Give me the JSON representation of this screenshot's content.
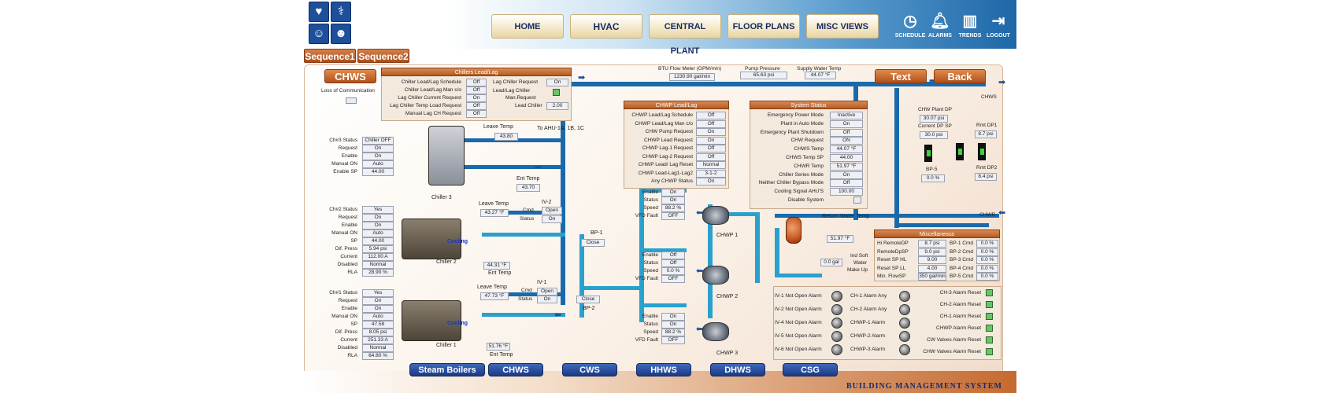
{
  "nav": {
    "home": "HOME",
    "hvac": "HVAC",
    "central_plant": "CENTRAL PLANT",
    "floor_plans": "FLOOR PLANS",
    "misc_views": "MISC VIEWS"
  },
  "tools": {
    "schedule": "SCHEDULE",
    "alarms": "ALARMS",
    "trends": "TRENDS",
    "logout": "LOGOUT"
  },
  "sequence": {
    "seq1": "Sequence1",
    "seq2": "Sequence2"
  },
  "header": {
    "title": "CHWS",
    "loss_comm": "Loss of Communication",
    "text_btn": "Text",
    "back_btn": "Back"
  },
  "chillers_leadlag": {
    "title": "Chillers Lead/Lag",
    "left": [
      {
        "label": "Chiller Lead/Lag Schedule",
        "value": "Off"
      },
      {
        "label": "Chiller Lead/Lag Man c/o",
        "value": "Off"
      },
      {
        "label": "Lag Chiller Current Request",
        "value": "On"
      },
      {
        "label": "Lag Chiller Temp Load Request",
        "value": "Off"
      },
      {
        "label": "Manual Lag CH Request",
        "value": "Off"
      }
    ],
    "lag_request_label": "Lag Chiller Request",
    "lag_request_value": "On",
    "lag_man_label1": "Lead/Lag Chiller",
    "lag_man_label2": "Man.Request",
    "lead_chiller_label": "Lead Chiller",
    "lead_chiller_value": "2.00"
  },
  "top_readouts": {
    "btu_label": "BTU Flow Meter (GPM/min)",
    "btu_value": "1230.90 gal/min",
    "pump_pressure_label": "Pump Pressure",
    "pump_pressure_value": "65.63 psi",
    "supply_temp_label": "Supply Water Temp",
    "supply_temp_value": "44.07 °F"
  },
  "chiller3": {
    "status": [
      {
        "label": "Ch#3 Status",
        "value": "Chiller OFF"
      },
      {
        "label": "Request",
        "value": "On"
      },
      {
        "label": "Enable",
        "value": "On"
      },
      {
        "label": "Manual ON",
        "value": "Auto"
      },
      {
        "label": "Enable SP",
        "value": "44.00"
      }
    ],
    "leave_label": "Leave Temp",
    "leave_value": "43.80",
    "ent_label": "Ent Temp",
    "ent_value": "43.70",
    "name": "Chiller 3",
    "to_ahu": "To AHU-1A, 1B, 1C"
  },
  "chiller2": {
    "status": [
      {
        "label": "Ch#2 Status",
        "value": "Yes"
      },
      {
        "label": "Request",
        "value": "On"
      },
      {
        "label": "Enable",
        "value": "On"
      },
      {
        "label": "Manual ON",
        "value": "Auto"
      },
      {
        "label": "SP",
        "value": "44.00"
      },
      {
        "label": "Dif. Press",
        "value": "5.94 psi"
      },
      {
        "label": "Current",
        "value": "112.00 A"
      },
      {
        "label": "Disabled",
        "value": "Normal"
      },
      {
        "label": "RLA",
        "value": "28.90 %"
      }
    ],
    "leave_label": "Leave Temp",
    "leave_value": "43.27 °F",
    "ent_label": "Ent Temp",
    "ent_value": "44.31 °F",
    "name": "Chiller 2",
    "cooling": "Cooling",
    "iv_label": "IV-2",
    "cmd_label": "Cmd",
    "cmd_value": "Open",
    "status_label": "Status",
    "status_value": "On"
  },
  "chiller1": {
    "status": [
      {
        "label": "Ch#1 Status",
        "value": "Yes"
      },
      {
        "label": "Request",
        "value": "On"
      },
      {
        "label": "Enable",
        "value": "On"
      },
      {
        "label": "Manual ON",
        "value": "Auto"
      },
      {
        "label": "SP",
        "value": "47.58"
      },
      {
        "label": "Dif. Press",
        "value": "8.05 psi"
      },
      {
        "label": "Current",
        "value": "251.33 A"
      },
      {
        "label": "Disabled",
        "value": "Normal"
      },
      {
        "label": "RLA",
        "value": "64.80 %"
      }
    ],
    "leave_label": "Leave Temp",
    "leave_value": "47.73 °F",
    "ent_label": "Ent Temp",
    "ent_value": "51.76 °F",
    "name": "Chiller 1",
    "cooling": "Cooling",
    "iv_label": "IV-1",
    "cmd_label": "Cmd",
    "cmd_value": "Open",
    "status_label": "Status",
    "status_value": "On"
  },
  "bypass": {
    "bp1_label": "BP-1",
    "bp1_value": "Close",
    "bp2_label": "BP-2",
    "bp2_value": "Close"
  },
  "chwp_leadlag": {
    "title": "CHWP Lead/Lag",
    "rows": [
      {
        "label": "CHWP Lead/Lag Schedule",
        "value": "Off"
      },
      {
        "label": "CHWP Lead/Lag Man c/o",
        "value": "Off"
      },
      {
        "label": "CHW Pump Request",
        "value": "On"
      },
      {
        "label": "CHWP Lead Request",
        "value": "On"
      },
      {
        "label": "CHWP Lag-1 Request",
        "value": "Off"
      },
      {
        "label": "CHWP Lag-2 Request",
        "value": "Off"
      },
      {
        "label": "CHWP Lead/ Lag Reset",
        "value": "Normal"
      },
      {
        "label": "CHWP Lead-Lag1-Lag2",
        "value": "3-1-2"
      },
      {
        "label": "Any CHWP Status",
        "value": "On"
      }
    ]
  },
  "system_status": {
    "title": "System Status",
    "rows": [
      {
        "label": "Emergency Power Mode",
        "value": "Inactive"
      },
      {
        "label": "Plant in Auto Mode",
        "value": "On"
      },
      {
        "label": "Emergency Plant Shutdown",
        "value": "Off"
      },
      {
        "label": "CHW Request",
        "value": "ON"
      },
      {
        "label": "CHWS Temp",
        "value": "44.07 °F"
      },
      {
        "label": "CHWS Temp SP",
        "value": "44.00"
      },
      {
        "label": "CHWR Temp",
        "value": "51.97 °F"
      },
      {
        "label": "Chiller Series Mode",
        "value": "On"
      },
      {
        "label": "Neither Chiller Bypass Mode",
        "value": "Off"
      },
      {
        "label": "Cooling Signal AHU'S",
        "value": "100.00"
      },
      {
        "label": "Disable System",
        "value": ""
      }
    ]
  },
  "pumps": {
    "p1": {
      "name": "CHWP 1",
      "rows": [
        {
          "label": "Enable",
          "value": "On"
        },
        {
          "label": "Status",
          "value": "On"
        },
        {
          "label": "Speed",
          "value": "88.2 %"
        },
        {
          "label": "VFD Fault",
          "value": "OFF"
        }
      ]
    },
    "p2": {
      "name": "CHWP 2",
      "rows": [
        {
          "label": "Enable",
          "value": "Off"
        },
        {
          "label": "Status",
          "value": "Off"
        },
        {
          "label": "Speed",
          "value": "0.0 %"
        },
        {
          "label": "VFD Fault",
          "value": "OFF"
        }
      ]
    },
    "p3": {
      "name": "CHWP 3",
      "rows": [
        {
          "label": "Enable",
          "value": "On"
        },
        {
          "label": "Status",
          "value": "On"
        },
        {
          "label": "Speed",
          "value": "88.2 %"
        },
        {
          "label": "VFD Fault",
          "value": "OFF"
        }
      ]
    }
  },
  "return": {
    "label": "Return Water Temp",
    "value": "51.97 °F",
    "makeup_label1": "Ind Soft",
    "makeup_label2": "Water",
    "makeup_label3": "Make Up",
    "makeup_value": "0.0 gal"
  },
  "right_col": {
    "chws_label": "CHWS",
    "chwr_label": "CHWR",
    "plant_dp_label": "CHW Plant DP",
    "plant_dp_value": "30.07 psi",
    "current_dp_sp_label": "Current DP SP",
    "current_dp_sp_value": "30.0 psi",
    "rmt_dp1_label": "Rmt DP1",
    "rmt_dp1_value": "8.7 psi",
    "rmt_dp2_label": "Rmt DP2",
    "rmt_dp2_value": "8.4 psi",
    "bp5_label": "BP-5",
    "bp5_value": "0.0 %"
  },
  "misc": {
    "title": "Miscellaneous",
    "left": [
      {
        "label": "Hi RemoteDP",
        "value": "8.7 psi"
      },
      {
        "label": "RemoteDpSP",
        "value": "9.0 psi"
      },
      {
        "label": "Reset SP HL",
        "value": "9.00"
      },
      {
        "label": "Reset SP LL",
        "value": "4.00"
      },
      {
        "label": "Min. FlowSP",
        "value": "350 gal/min"
      }
    ],
    "right": [
      {
        "label": "BP-1 Cmd",
        "value": "0.0 %"
      },
      {
        "label": "BP-2 Cmd",
        "value": "0.0 %"
      },
      {
        "label": "BP-3 Cmd",
        "value": "0.0 %"
      },
      {
        "label": "BP-4 Cmd",
        "value": "0.0 %"
      },
      {
        "label": "BP-5 Cmd",
        "value": "0.0 %"
      }
    ]
  },
  "alarms": {
    "col1": [
      "IV-1 Not Open Alarm",
      "IV-2 Not Open Alarm",
      "IV-4 Not Open Alarm",
      "IV-5 Not Open Alarm",
      "IV-6 Not Open Alarm"
    ],
    "col2": [
      "CH-1 Alarm Any",
      "CH-2 Alarm Any",
      "CHWP-1 Alarm",
      "CHWP-2 Alarm",
      "CHWP-3 Alarm"
    ],
    "col3": [
      "CH-3 Alarm Reset",
      "CH-2 Alarm Reset",
      "CH-1 Alarm Reset",
      "CHWP Alarm Reset",
      "CW Valves Alarm Reset",
      "CHW Valves Alarm Reset"
    ]
  },
  "bottom_nav": [
    "Steam Boilers",
    "CHWS",
    "CWS",
    "HHWS",
    "DHWS",
    "CSG"
  ],
  "footer": "BUILDING MANAGEMENT SYSTEM"
}
